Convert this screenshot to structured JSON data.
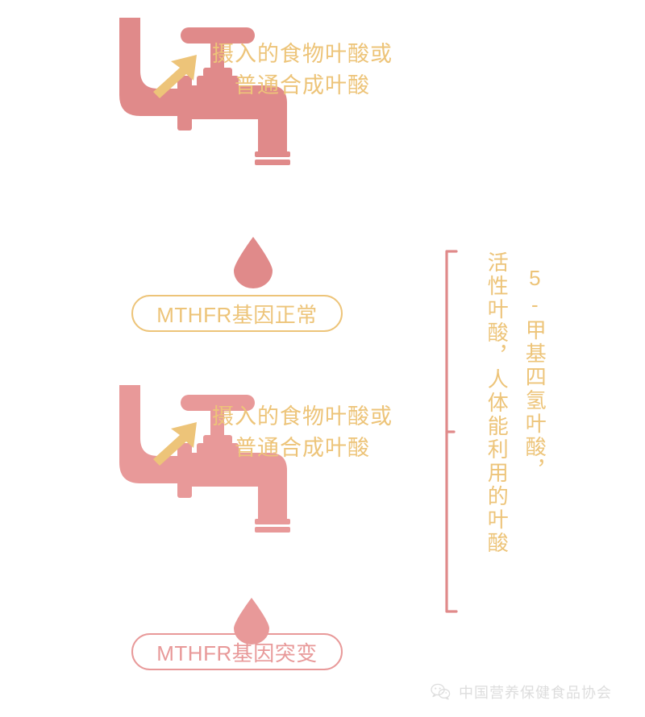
{
  "page": {
    "title": "MTHFR基因与叶酸代谢示意图",
    "background": "#ffffff"
  },
  "colors": {
    "pipe_pink": "#e08a8a",
    "pipe_pink_light": "#e89999",
    "gold": "#edc479",
    "watermark_gray": "#dddddd"
  },
  "sections": [
    {
      "id": "normal",
      "caption_line1": "摄入的食物叶酸或",
      "caption_line2": "普通合成叶酸",
      "arrow_name": "up-right-arrow-icon",
      "faucet_name": "faucet-icon",
      "drop_name": "water-drop-icon",
      "pill_label": "MTHFR基因正常",
      "pill_color": "#edc479"
    },
    {
      "id": "mutant",
      "caption_line1": "摄入的食物叶酸或",
      "caption_line2": "普通合成叶酸",
      "arrow_name": "up-right-arrow-icon",
      "faucet_name": "faucet-icon",
      "drop_name": "water-drop-icon",
      "pill_label": "MTHFR基因突变",
      "pill_color": "#e89999"
    }
  ],
  "annotation": {
    "bracket_name": "right-brace-bracket",
    "column_left": "活性叶酸，人体能利用的叶酸",
    "column_right": "5-甲基四氢叶酸，"
  },
  "watermark": {
    "icon_name": "wechat-icon",
    "text": "中国营养保健食品协会"
  }
}
